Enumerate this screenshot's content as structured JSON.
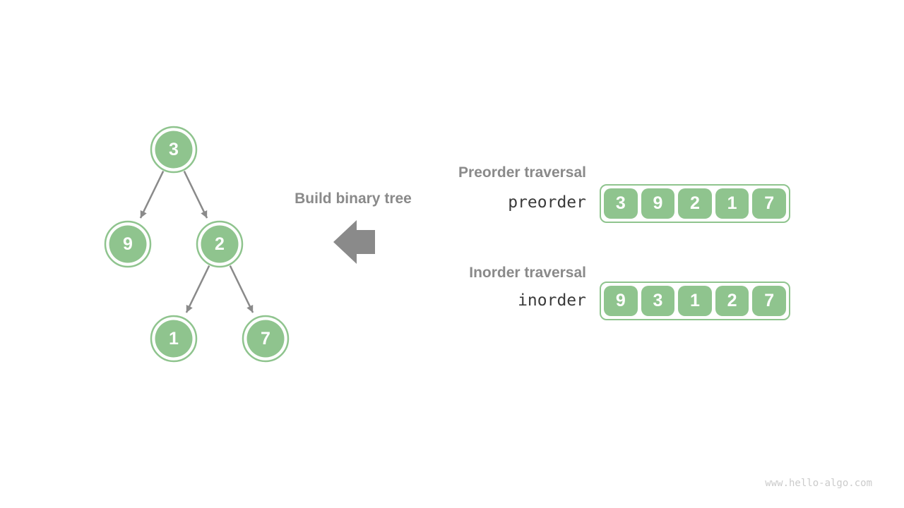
{
  "page": {
    "watermark": "www.hello-algo.com"
  },
  "colors": {
    "green": "#8FC48E",
    "gray": "#8A8A8A",
    "dark": "#3A3A3A",
    "watermark": "#CBCBCB",
    "white": "#FFFFFF"
  },
  "build_arrow": {
    "label": "Build binary tree",
    "direction": "left"
  },
  "tree": {
    "nodes": [
      {
        "id": "3",
        "value": "3"
      },
      {
        "id": "9",
        "value": "9"
      },
      {
        "id": "2",
        "value": "2"
      },
      {
        "id": "1",
        "value": "1"
      },
      {
        "id": "7",
        "value": "7"
      }
    ],
    "edges": [
      {
        "from": "3",
        "to": "9"
      },
      {
        "from": "3",
        "to": "2"
      },
      {
        "from": "2",
        "to": "1"
      },
      {
        "from": "2",
        "to": "7"
      }
    ]
  },
  "traversals": [
    {
      "title": "Preorder traversal",
      "name": "preorder",
      "values": [
        "3",
        "9",
        "2",
        "1",
        "7"
      ]
    },
    {
      "title": "Inorder traversal",
      "name": "inorder",
      "values": [
        "9",
        "3",
        "1",
        "2",
        "7"
      ]
    }
  ]
}
